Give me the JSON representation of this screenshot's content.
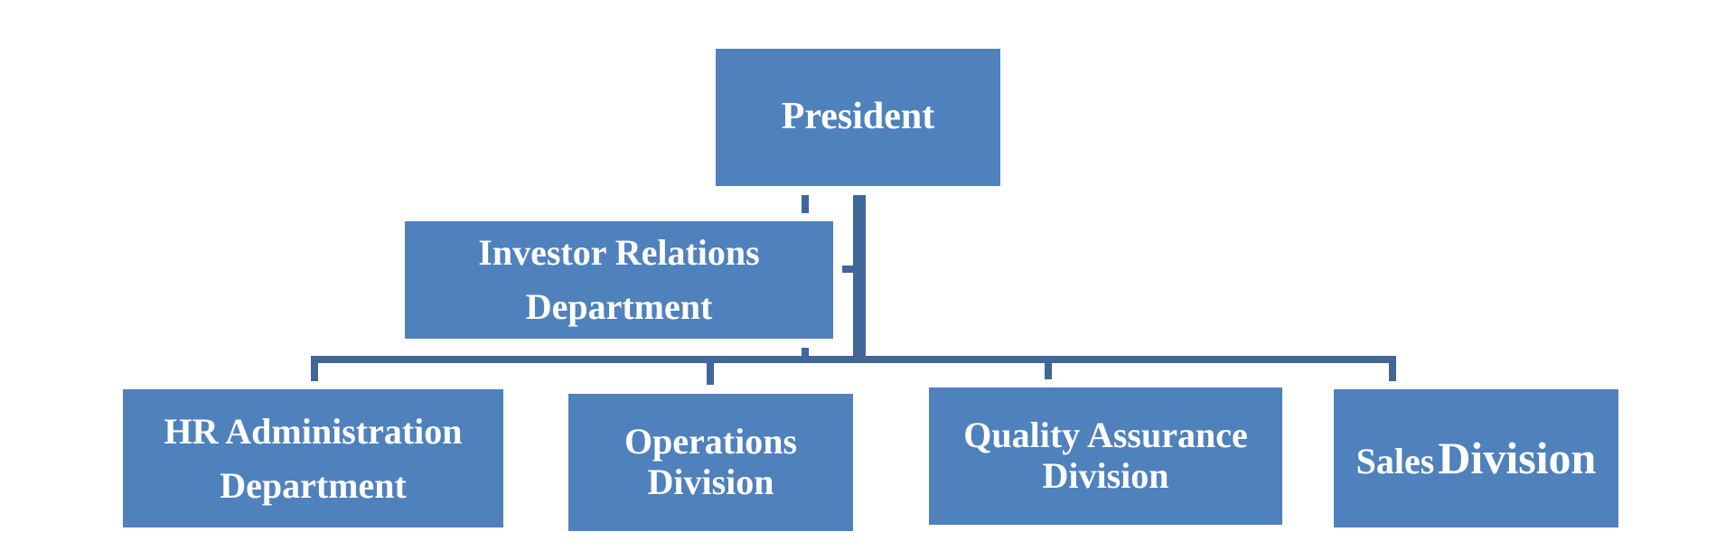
{
  "colors": {
    "box_fill": "#4f81bd",
    "box_text": "#ffffff",
    "connector": "#3f679a",
    "background": "#ffffff"
  },
  "president": {
    "label": "President"
  },
  "assistant": {
    "line1": "Investor Relations",
    "line2": "Department"
  },
  "divisions": [
    {
      "line1": "HR Administration",
      "line2": "Department"
    },
    {
      "line1": "Operations",
      "line2": "Division"
    },
    {
      "line1": "Quality Assurance",
      "line2": "Division"
    },
    {
      "line1": "Sales",
      "line2": "Division"
    }
  ]
}
